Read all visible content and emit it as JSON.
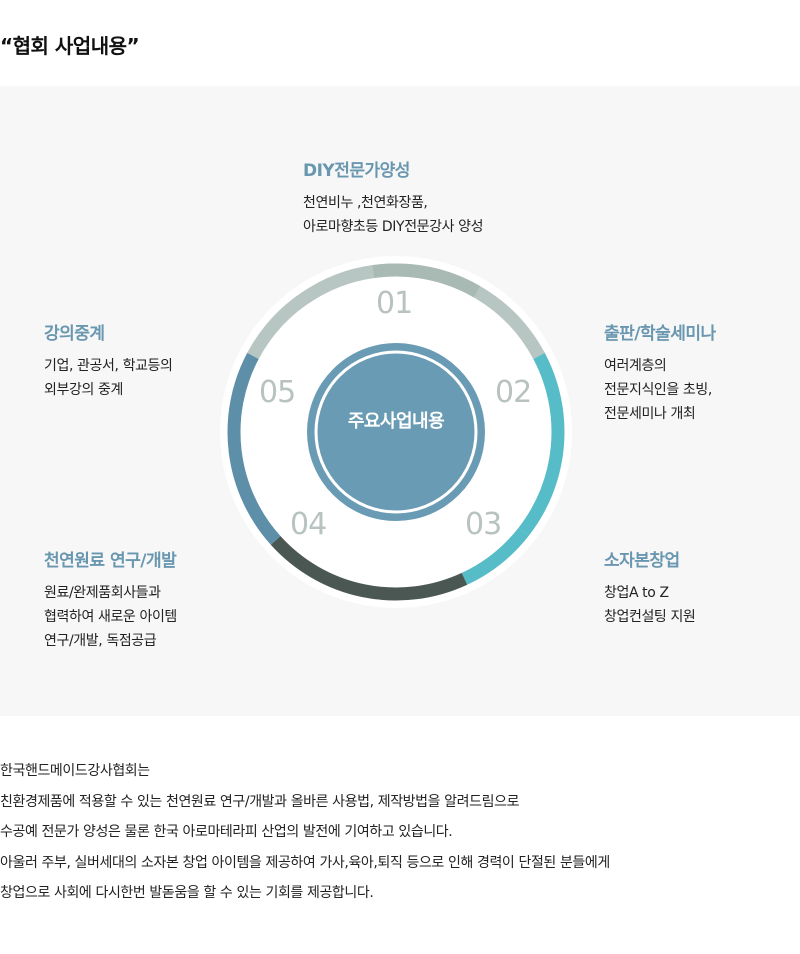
{
  "page_title": "“협회 사업내용”",
  "center_label": "주요사업내용",
  "colors": {
    "panel_bg": "#f7f7f7",
    "center_circle": "#6a9bb4",
    "title_text": "#6a97b0",
    "number_text": "#b8c3c1",
    "segment_01": "#b7c6c2",
    "segment_02": "#56bcc7",
    "segment_03": "#56bcc7",
    "segment_04": "#4b5753",
    "segment_05": "#5e8fa8"
  },
  "segments": [
    {
      "number": "01",
      "title": "DIY전문가양성",
      "lines": [
        "천연비누 ,천연화장품,",
        "아로마향초등 DIY전문강사 양성"
      ]
    },
    {
      "number": "02",
      "title": "출판/학술세미나",
      "lines": [
        "여러계층의",
        "전문지식인을 초빙,",
        "전문세미나 개최"
      ]
    },
    {
      "number": "03",
      "title": "소자본창업",
      "lines": [
        "창업A to Z",
        "창업컨설팅 지원"
      ]
    },
    {
      "number": "04",
      "title": "천연원료 연구/개발",
      "lines": [
        "원료/완제품회사들과",
        "협력하여 새로운 아이템",
        "연구/개발, 독점공급"
      ]
    },
    {
      "number": "05",
      "title": "강의중계",
      "lines": [
        "기업, 관공서, 학교등의",
        "외부강의 중계"
      ]
    }
  ],
  "intro_lines": [
    "한국핸드메이드강사협회는",
    "친환경제품에 적용할 수 있는 천연원료 연구/개발과 올바른 사용법, 제작방법을 알려드림으로",
    "수공예 전문가 양성은 물론 한국 아로마테라피 산업의 발전에 기여하고 있습니다.",
    "아울러 주부, 실버세대의 소자본 창업 아이템을 제공하여 가사,육아,퇴직 등으로 인해 경력이 단절된 분들에게",
    "창업으로 사회에 다시한번 발돋움을 할 수 있는 기회를 제공합니다."
  ]
}
